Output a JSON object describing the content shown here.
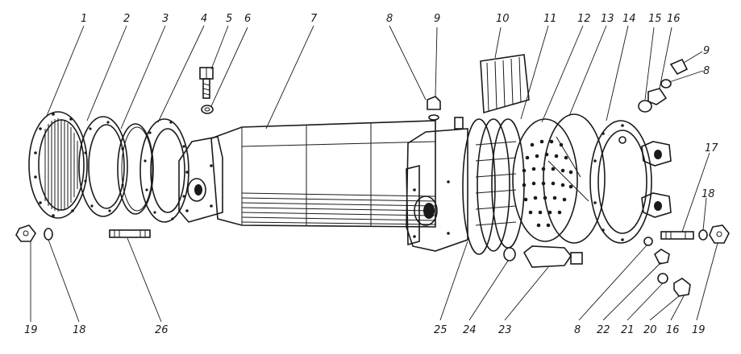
{
  "callouts": [
    {
      "key": "c1",
      "label": "1"
    },
    {
      "key": "c2",
      "label": "2"
    },
    {
      "key": "c3",
      "label": "3"
    },
    {
      "key": "c4",
      "label": "4"
    },
    {
      "key": "c5",
      "label": "5"
    },
    {
      "key": "c6",
      "label": "6"
    },
    {
      "key": "c7",
      "label": "7"
    },
    {
      "key": "c8a",
      "label": "8"
    },
    {
      "key": "c9a",
      "label": "9"
    },
    {
      "key": "c10",
      "label": "10"
    },
    {
      "key": "c11",
      "label": "11"
    },
    {
      "key": "c12",
      "label": "12"
    },
    {
      "key": "c13",
      "label": "13"
    },
    {
      "key": "c14",
      "label": "14"
    },
    {
      "key": "c15",
      "label": "15"
    },
    {
      "key": "c16a",
      "label": "16"
    },
    {
      "key": "c9b",
      "label": "9"
    },
    {
      "key": "c8b",
      "label": "8"
    },
    {
      "key": "c17",
      "label": "17"
    },
    {
      "key": "c18a",
      "label": "18"
    },
    {
      "key": "c19a",
      "label": "19"
    },
    {
      "key": "c19b",
      "label": "19"
    },
    {
      "key": "c18b",
      "label": "18"
    },
    {
      "key": "c26",
      "label": "26"
    },
    {
      "key": "c25",
      "label": "25"
    },
    {
      "key": "c24",
      "label": "24"
    },
    {
      "key": "c23",
      "label": "23"
    },
    {
      "key": "c8c",
      "label": "8"
    },
    {
      "key": "c22",
      "label": "22"
    },
    {
      "key": "c21",
      "label": "21"
    },
    {
      "key": "c20",
      "label": "20"
    },
    {
      "key": "c16b",
      "label": "16"
    }
  ]
}
